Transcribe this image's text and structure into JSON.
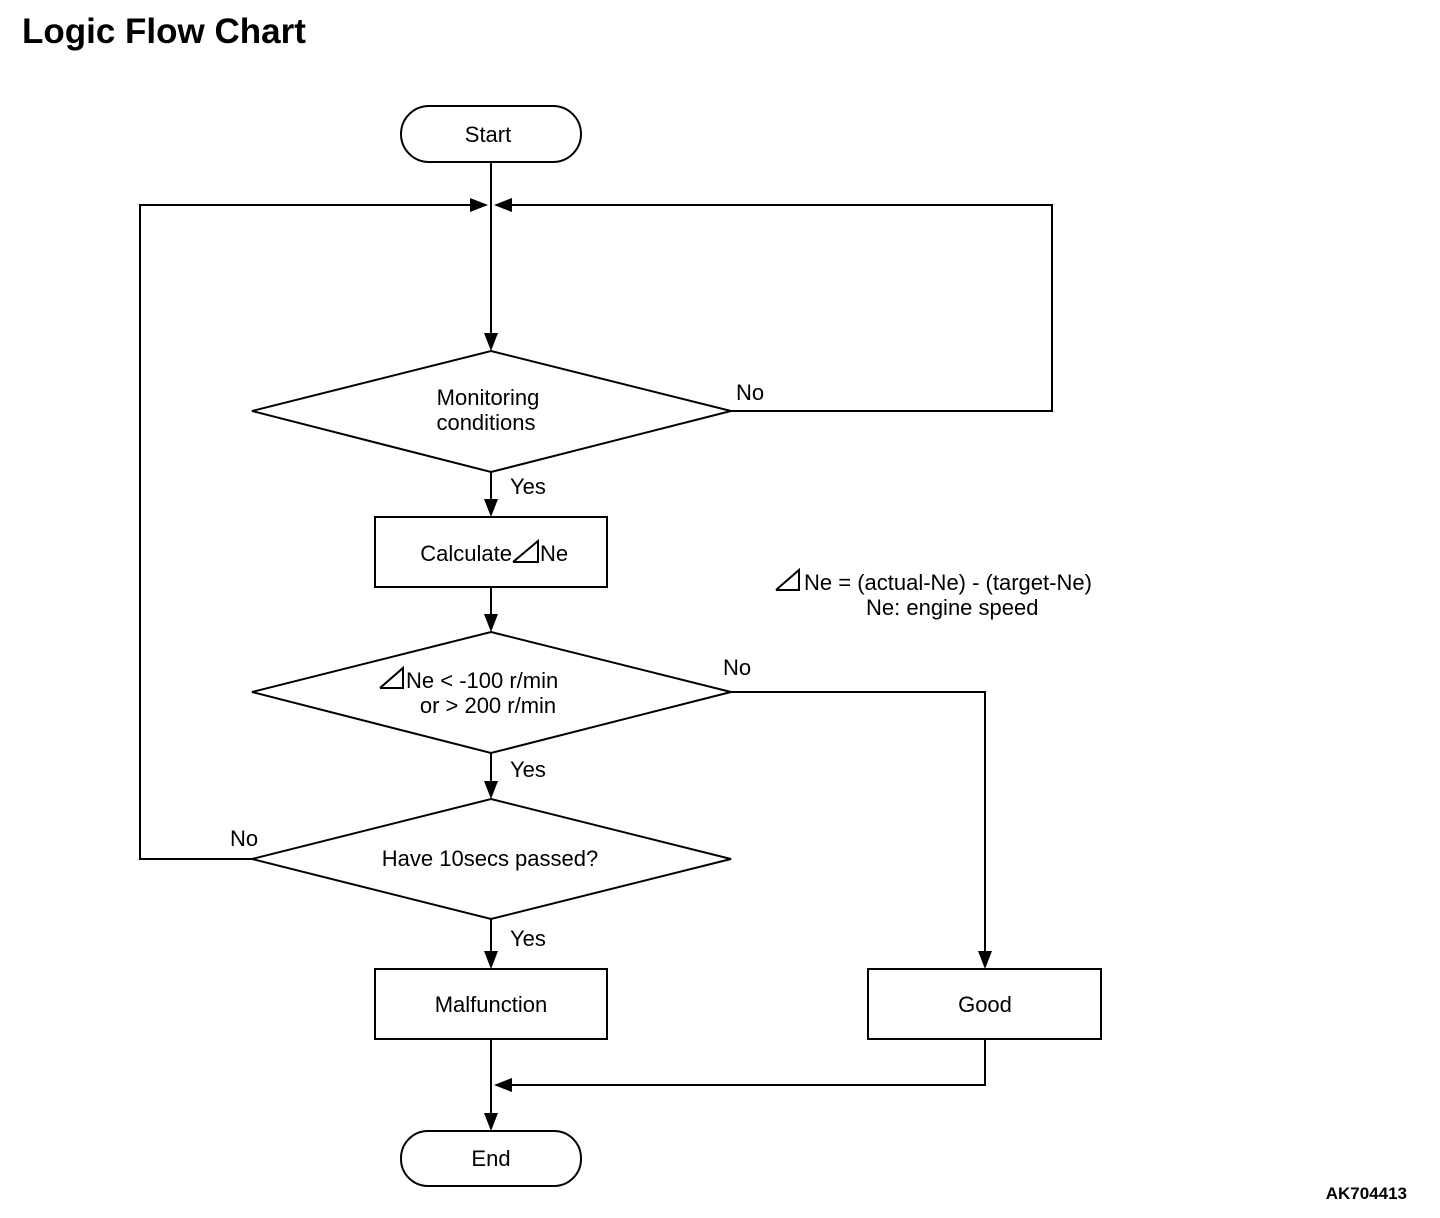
{
  "title": "Logic Flow Chart",
  "nodes": {
    "start": "Start",
    "monitoring_line1": "Monitoring",
    "monitoring_line2": "conditions",
    "calculate_prefix": "Calculate",
    "calculate_suffix": "Ne",
    "threshold_line1_prefix": "Ne < -100 r/min",
    "threshold_line2": "or > 200 r/min",
    "time_check": "Have 10secs passed?",
    "malfunction": "Malfunction",
    "good": "Good",
    "end": "End"
  },
  "edge_labels": {
    "monitoring_no": "No",
    "monitoring_yes": "Yes",
    "threshold_no": "No",
    "threshold_yes": "Yes",
    "time_no": "No",
    "time_yes": "Yes"
  },
  "note": {
    "formula": "Ne = (actual-Ne) - (target-Ne)",
    "definition": "Ne:  engine speed",
    "delta_icon": "delta-triangle-icon"
  },
  "reference_code": "AK704413"
}
